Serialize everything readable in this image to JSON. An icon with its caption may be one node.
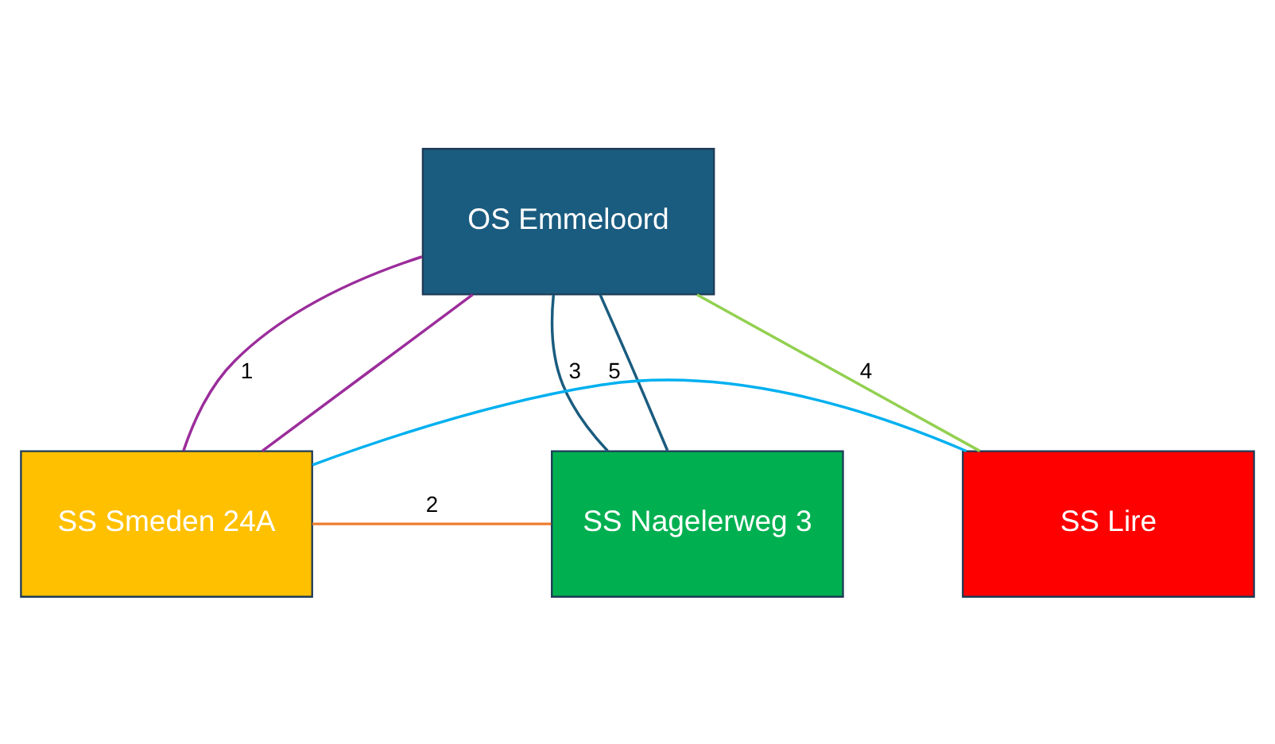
{
  "diagram": {
    "nodes": [
      {
        "text": [
          "OS Emmeloord"
        ]
      },
      {
        "text": [
          "SS Smeden 24A"
        ]
      },
      {
        "text": [
          "SS Nagelerweg 3"
        ]
      },
      {
        "text": [
          "SS Lire"
        ]
      }
    ],
    "edges": [
      {
        "from": 0,
        "to": 1,
        "arrow": "none",
        "label": "1",
        "color": "#9b2d9b"
      },
      {
        "from": 0,
        "to": 1,
        "arrow": "none",
        "color": "#9b2d9b"
      },
      {
        "from": 1,
        "to": 2,
        "arrow": "none",
        "label": "2",
        "color": "#ed7d31"
      },
      {
        "from": 0,
        "to": 2,
        "arrow": "none",
        "label": "3",
        "color": "#1a5c7f"
      },
      {
        "from": 0,
        "to": 2,
        "arrow": "none",
        "color": "#1a5c7f"
      },
      {
        "from": 0,
        "to": 3,
        "arrow": "none",
        "label": "4",
        "color": "#92d050"
      },
      {
        "from": 1,
        "to": 3,
        "arrow": "none",
        "label": "5",
        "color": "#00b0f0"
      }
    ]
  }
}
